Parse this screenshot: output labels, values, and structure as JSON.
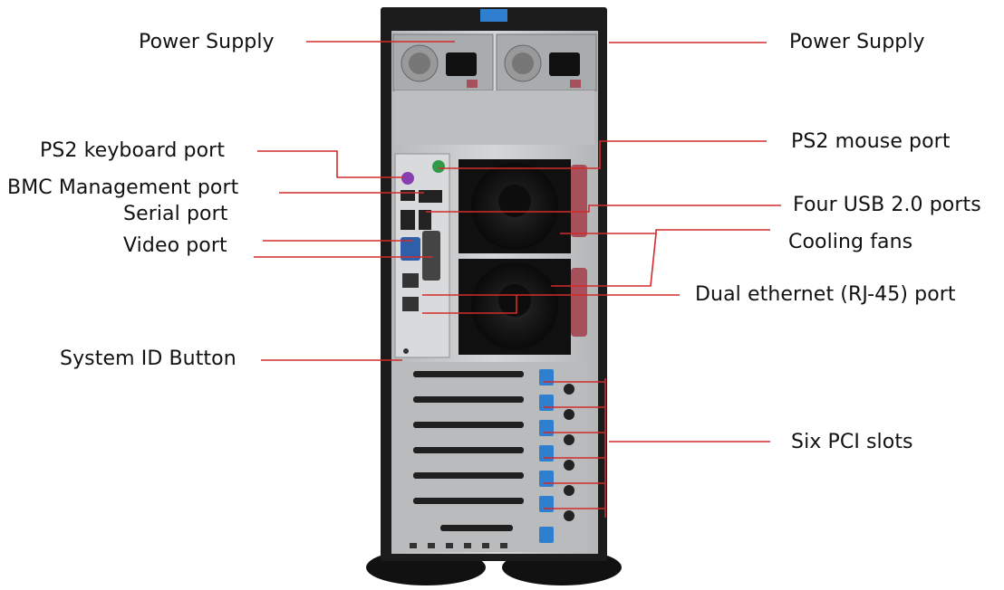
{
  "labels": {
    "power_supply_left": "Power Supply",
    "power_supply_right": "Power Supply",
    "ps2_keyboard": "PS2 keyboard port",
    "bmc_management": "BMC Management port",
    "serial": "Serial port",
    "video": "Video port",
    "system_id": "System ID Button",
    "ps2_mouse": "PS2 mouse port",
    "usb": "Four USB 2.0 ports",
    "cooling_fans": "Cooling fans",
    "dual_ethernet": "Dual ethernet (RJ-45) port",
    "pci_slots": "Six PCI slots"
  },
  "colors": {
    "leader_line": "#d42a2a",
    "chassis": "#1c1c1c",
    "panel": "#c7c9cb",
    "slot_bracket": "#2f7fd0",
    "ps2_keyboard_port": "#8a3fb0",
    "ps2_mouse_port": "#2f9a4a",
    "fan_latch": "#a5505a"
  }
}
